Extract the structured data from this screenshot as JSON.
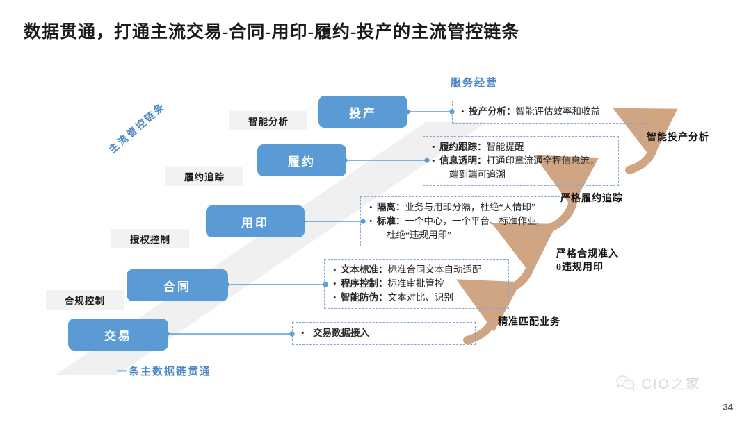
{
  "title": "数据贯通，打通主流交易-合同-用印-履约-投产的主流管控链条",
  "colors": {
    "pill_blue": "#5B9BD5",
    "band_gray": "#F0F0F0",
    "tag_gray": "#F2F2F2",
    "dashed_blue": "#7FA8D8",
    "arrow_tan": "#D0A584",
    "script_blue": "#4E87C7"
  },
  "top_label": "服务经营",
  "bottom_label": "一条主数据链贯通",
  "chain_label": "主流管控链条",
  "stages": [
    {
      "name": "投产",
      "key": "stage-touchan"
    },
    {
      "name": "履约",
      "key": "stage-lvyue"
    },
    {
      "name": "用印",
      "key": "stage-yongyin"
    },
    {
      "name": "合同",
      "key": "stage-hetong"
    },
    {
      "name": "交易",
      "key": "stage-jiaoyi"
    }
  ],
  "gray_tags": [
    {
      "label": "智能分析"
    },
    {
      "label": "履约追踪"
    },
    {
      "label": "授权控制"
    },
    {
      "label": "合规控制"
    }
  ],
  "detail_boxes": [
    {
      "key": "detail-touchan",
      "lines": [
        {
          "bold": "投产分析：",
          "rest": "智能评估效率和收益"
        }
      ],
      "sub": []
    },
    {
      "key": "detail-lvyue",
      "lines": [
        {
          "bold": "履约跟踪：",
          "rest": "智能提醒"
        },
        {
          "bold": "信息透明：",
          "rest": "打通印章流通全程信息流，"
        }
      ],
      "sub": [
        "端到端可追溯"
      ]
    },
    {
      "key": "detail-yongyin",
      "lines": [
        {
          "bold": "隔离：",
          "rest": "业务与用印分隔，杜绝“人情印”"
        },
        {
          "bold": "标准：",
          "rest": "一个中心，一个平台、标准作业,"
        }
      ],
      "sub": [
        "杜绝“违规用印”"
      ]
    },
    {
      "key": "detail-hetong",
      "lines": [
        {
          "bold": "文本标准：",
          "rest": "标准合同文本自动适配"
        },
        {
          "bold": "程序控制：",
          "rest": "标准审批管控"
        },
        {
          "bold": "智能防伪：",
          "rest": "文本对比、识别"
        }
      ],
      "sub": []
    },
    {
      "key": "detail-jiaoyi",
      "lines": [
        {
          "bold": "",
          "rest": "交易数据接入"
        }
      ],
      "sub": []
    }
  ],
  "outcome_labels": [
    {
      "key": "outcome-touchan",
      "line1": "智能投产分析",
      "line2": ""
    },
    {
      "key": "outcome-lvyue",
      "line1": "严格履约追踪",
      "line2": ""
    },
    {
      "key": "outcome-yongyin",
      "line1": "严格合规准入",
      "line2": "0违规用印"
    },
    {
      "key": "outcome-hetong",
      "line1": "精准匹配业务",
      "line2": ""
    }
  ],
  "footer": {
    "watermark": "CIO之家",
    "page": "34"
  }
}
